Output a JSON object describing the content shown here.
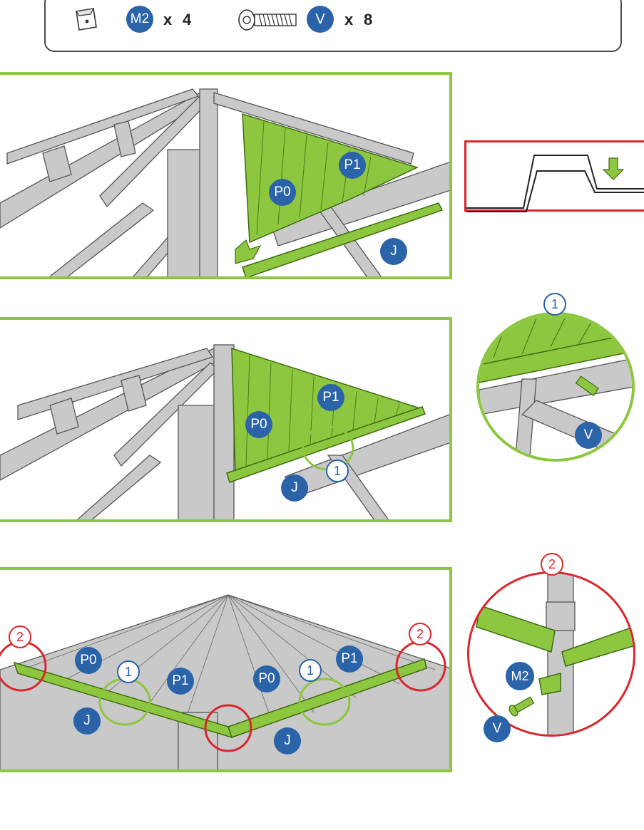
{
  "hardware": {
    "items": [
      {
        "part": "M2",
        "icon": "bracket-icon",
        "multiplier": "x",
        "count": "4"
      },
      {
        "part": "V",
        "icon": "screw-icon",
        "multiplier": "x",
        "count": "8"
      }
    ]
  },
  "step1": {
    "labels": {
      "p0": "P0",
      "p1": "P1",
      "j": "J"
    },
    "arrow": "push-arrow-icon"
  },
  "detail_profile": {
    "arrow": "down-arrow-icon"
  },
  "step2": {
    "labels": {
      "p0": "P0",
      "p1": "P1",
      "j": "J",
      "callout": "1"
    }
  },
  "detail1": {
    "callout": "1",
    "screw": "V"
  },
  "step3": {
    "labels": {
      "p0_left": "P0",
      "p1_left": "P1",
      "p0_right": "P0",
      "p1_right": "P1",
      "j_left": "J",
      "j_right": "J",
      "callout1_left": "1",
      "callout1_right": "1",
      "callout2_left": "2",
      "callout2_right": "2"
    }
  },
  "detail2": {
    "callout": "2",
    "bracket": "M2",
    "screw": "V"
  },
  "colors": {
    "green": "#8dc63f",
    "blue": "#2a63a8",
    "red": "#d9262c",
    "frame": "#b5b5b5"
  }
}
